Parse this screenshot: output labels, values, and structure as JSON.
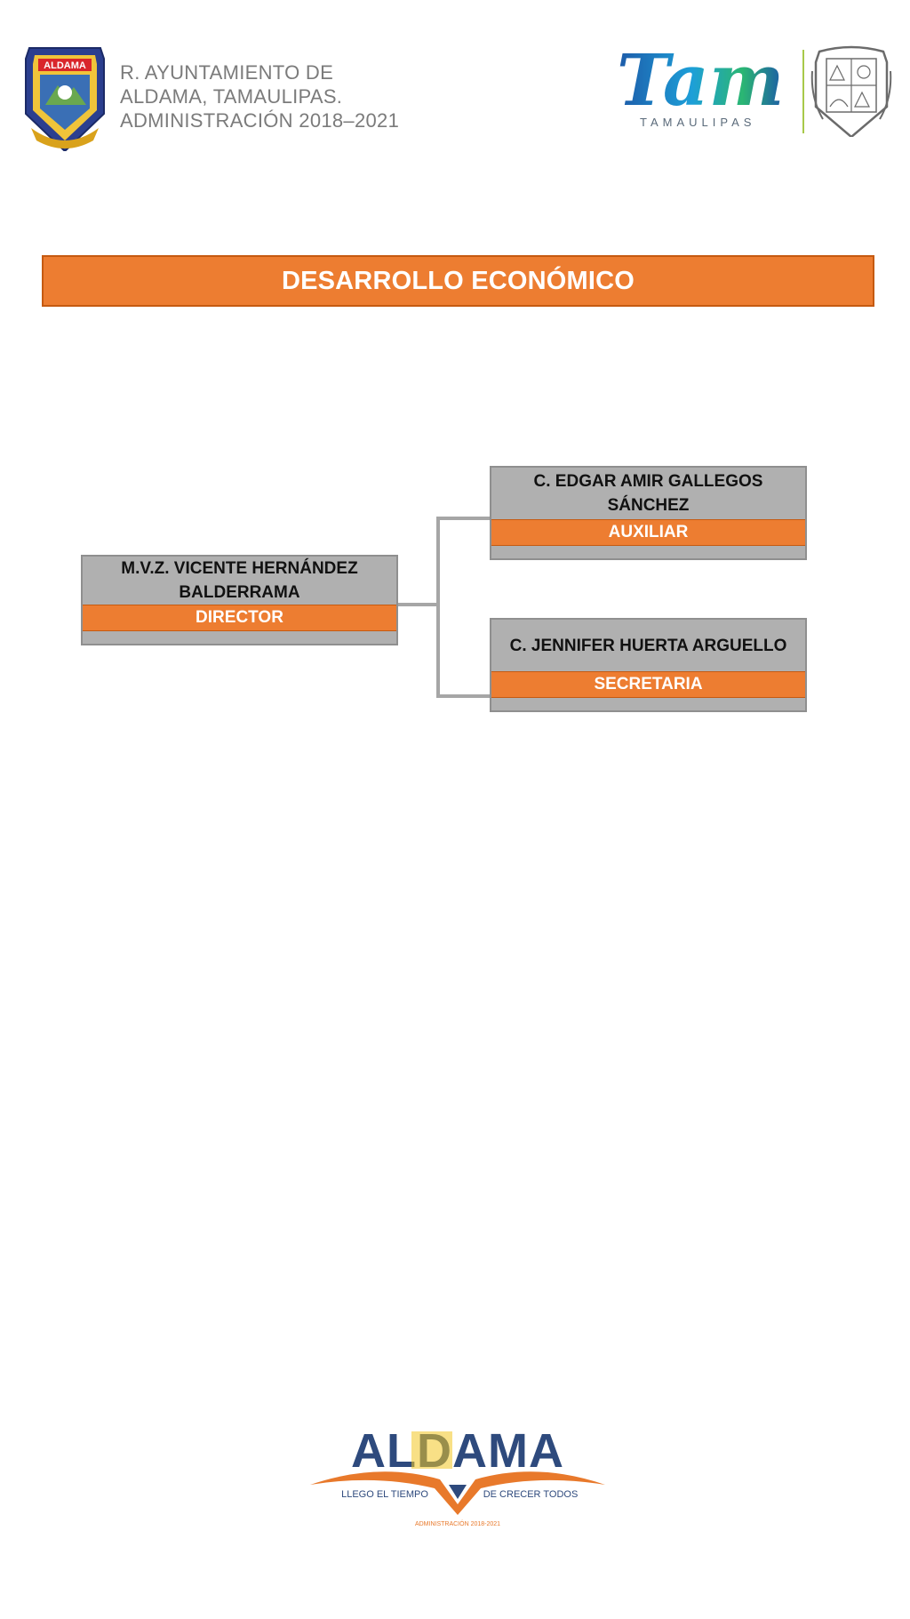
{
  "header": {
    "org_lines": [
      "R. AYUNTAMIENTO DE",
      "ALDAMA, TAMAULIPAS.",
      "ADMINISTRACIÓN  2018–2021"
    ],
    "left_crest": {
      "icon": "aldama-crest-icon",
      "text": "ALDAMA"
    },
    "right_logo": {
      "icon": "tam-tamaulipas-logo",
      "wordmark": "Tam",
      "subtitle": "TAMAULIPAS"
    },
    "right_crest": {
      "icon": "tamaulipas-coat-of-arms-icon"
    }
  },
  "title": "DESARROLLO ECONÓMICO",
  "org_chart": {
    "director": {
      "name": "M.V.Z. VICENTE HERNÁNDEZ BALDERRAMA",
      "role": "DIRECTOR"
    },
    "subordinates": [
      {
        "name": "C. EDGAR AMIR GALLEGOS SÁNCHEZ",
        "role": "AUXILIAR"
      },
      {
        "name": "C. JENNIFER HUERTA ARGUELLO",
        "role": "SECRETARIA"
      }
    ]
  },
  "footer_logo": {
    "wordmark": "ALDAMA",
    "slogan_left": "LLEGO EL TIEMPO",
    "slogan_right": "DE CRECER TODOS",
    "small_text": "ADMINISTRACIÓN 2018-2021"
  },
  "colors": {
    "accent_orange": "#ed7d31",
    "box_gray": "#b0b0b0",
    "header_text_gray": "#7b7b7b",
    "aldama_blue": "#2e4a7d",
    "aldama_yellow": "#f3c623"
  }
}
